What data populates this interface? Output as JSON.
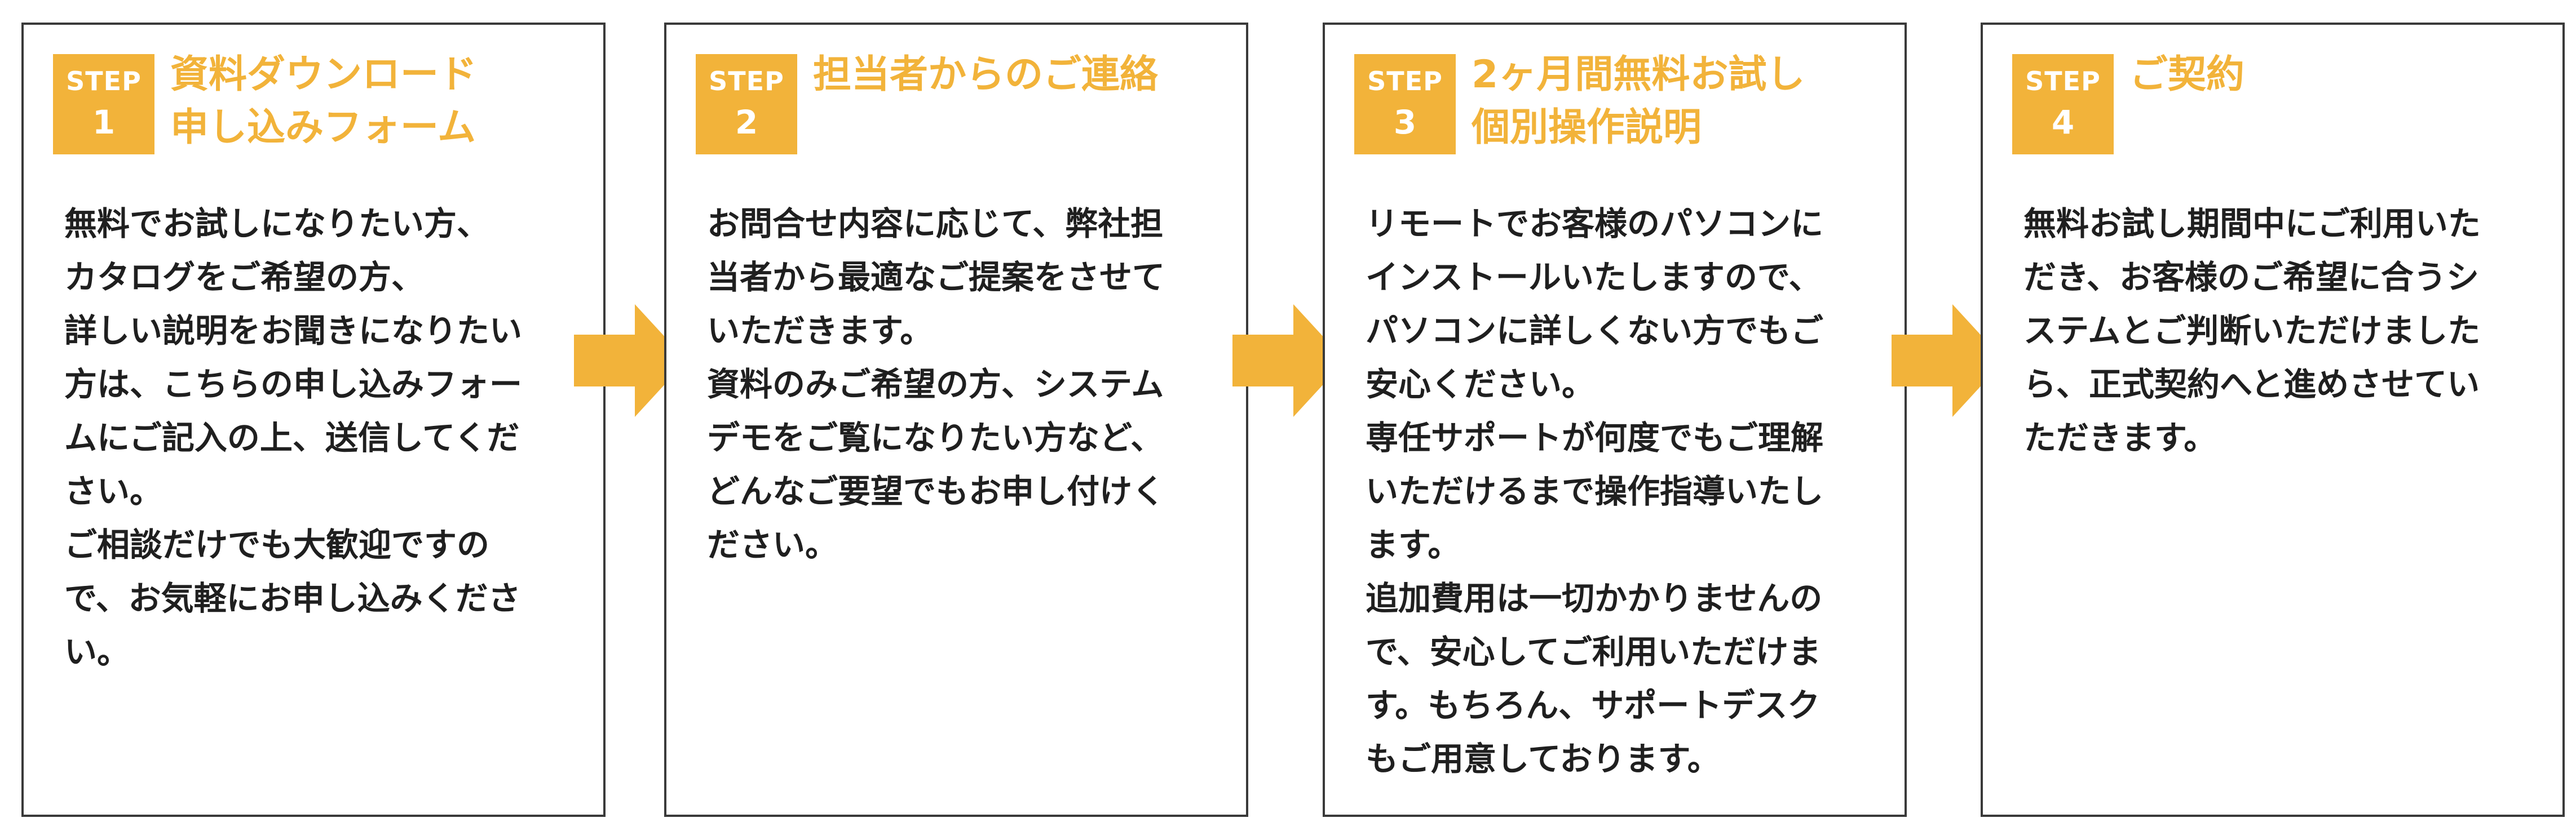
{
  "colors": {
    "accent": "#f2b33a",
    "border": "#3a3a3a",
    "text": "#1f1f1f"
  },
  "steps": [
    {
      "badge_word": "STEP",
      "badge_number": "1",
      "title_lines": [
        "資料ダウンロード",
        "申し込みフォーム"
      ],
      "body_lines": [
        "無料でお試しになりたい方、",
        "カタログをご希望の方、",
        "詳しい説明をお聞きになりたい",
        "方は、こちらの申し込みフォー",
        "ムにご記入の上、送信してくだ",
        "さい。",
        "ご相談だけでも大歓迎ですの",
        "で、お気軽にお申し込みくださ",
        "い。"
      ]
    },
    {
      "badge_word": "STEP",
      "badge_number": "2",
      "title_lines": [
        "担当者からのご連絡"
      ],
      "body_lines": [
        "お問合せ内容に応じて、弊社担",
        "当者から最適なご提案をさせて",
        "いただきます。",
        "資料のみご希望の方、システム",
        "デモをご覧になりたい方など、",
        "どんなご要望でもお申し付けく",
        "ださい。"
      ]
    },
    {
      "badge_word": "STEP",
      "badge_number": "3",
      "title_lines": [
        "2ヶ月間無料お試し",
        "個別操作説明"
      ],
      "body_lines": [
        "リモートでお客様のパソコンに",
        "インストールいたしますので、",
        "パソコンに詳しくない方でもご",
        "安心ください。",
        "専任サポートが何度でもご理解",
        "いただけるまで操作指導いたし",
        "ます。",
        "追加費用は一切かかりませんの",
        "で、安心してご利用いただけま",
        "す。もちろん、サポートデスク",
        "もご用意しております。"
      ]
    },
    {
      "badge_word": "STEP",
      "badge_number": "4",
      "title_lines": [
        "ご契約"
      ],
      "body_lines": [
        "無料お試し期間中にご利用いた",
        "だき、お客様のご希望に合うシ",
        "ステムとご判断いただけました",
        "ら、正式契約へと進めさせてい",
        "ただきます。"
      ]
    }
  ]
}
